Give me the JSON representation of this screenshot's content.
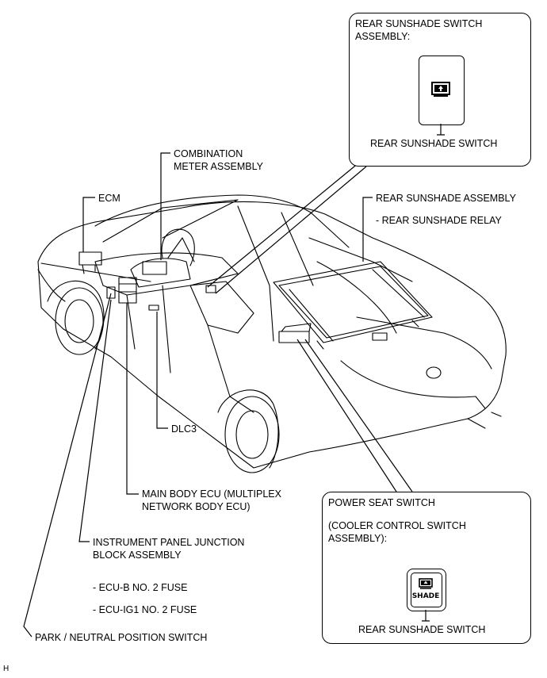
{
  "callouts": {
    "combination_meter_line1": "COMBINATION",
    "combination_meter_line2": "METER ASSEMBLY",
    "ecm": "ECM",
    "rear_sunshade_assembly": "REAR SUNSHADE ASSEMBLY",
    "rear_sunshade_relay": "- REAR SUNSHADE RELAY",
    "dlc3": "DLC3",
    "main_body_ecu_line1": "MAIN BODY ECU (MULTIPLEX",
    "main_body_ecu_line2": "NETWORK BODY ECU)",
    "ip_junction_line1": "INSTRUMENT PANEL JUNCTION",
    "ip_junction_line2": "BLOCK ASSEMBLY",
    "ecu_b_fuse": "- ECU-B NO. 2 FUSE",
    "ecu_ig1_fuse": "- ECU-IG1 NO. 2 FUSE",
    "park_neutral": "PARK / NEUTRAL POSITION SWITCH"
  },
  "rear_switch_box": {
    "title_line1": "REAR SUNSHADE SWITCH",
    "title_line2": "ASSEMBLY:",
    "caption": "REAR SUNSHADE SWITCH"
  },
  "power_seat_box": {
    "title": "POWER SEAT SWITCH",
    "sub_line1": "(COOLER CONTROL SWITCH",
    "sub_line2": "ASSEMBLY):",
    "button_text": "SHADE",
    "caption": "REAR SUNSHADE SWITCH"
  },
  "footer_code": "H",
  "icons": [
    "sunshade-switch-icon",
    "shade-button-icon"
  ]
}
